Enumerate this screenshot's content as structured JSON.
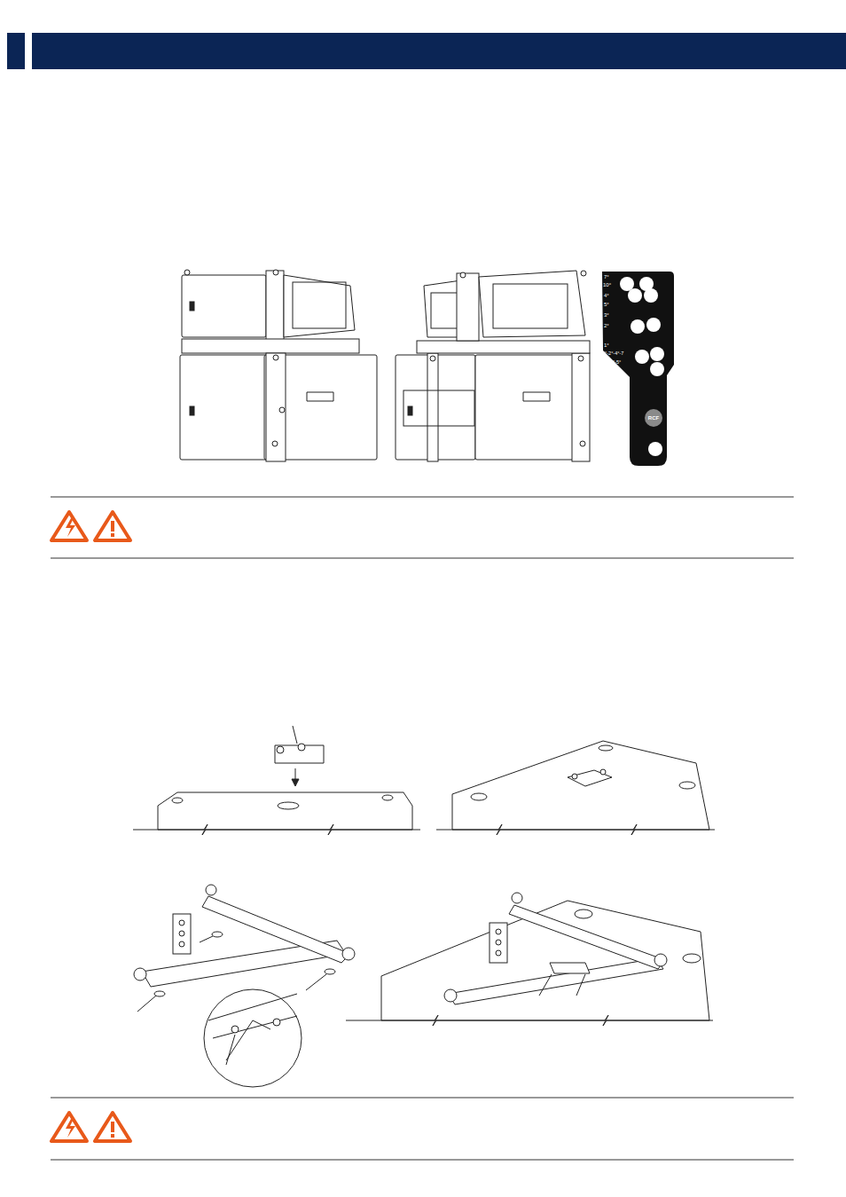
{
  "diagram": {
    "labels": [
      "7°",
      "10°",
      "4°",
      "5°",
      "3°",
      "2°",
      "1°",
      "0°-2°-4°-7",
      "-1°-3°-5°",
      "RCF"
    ]
  }
}
